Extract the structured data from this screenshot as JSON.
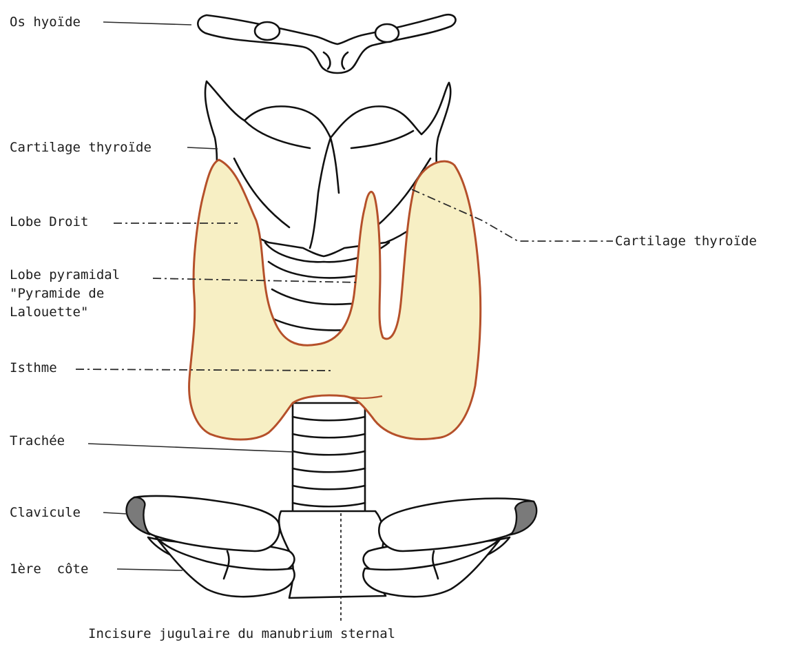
{
  "labels": {
    "os_hyoide": "Os hyoïde",
    "cartilage_thyroide_left": "Cartilage thyroïde",
    "lobe_droit": "Lobe Droit",
    "lobe_pyramidal_line1": "Lobe pyramidal",
    "lobe_pyramidal_line2": "\"Pyramide de",
    "lobe_pyramidal_line3": "Lalouette\"",
    "isthme": "Isthme",
    "trachee": "Trachée",
    "clavicule": "Clavicule",
    "premiere_cote": "1ère  côte",
    "cartilage_thyroide_right": "Cartilage thyroïde",
    "incisure": "Incisure jugulaire du manubrium sternal"
  },
  "colors": {
    "gland_fill": "#f7efc4",
    "gland_outline": "#b5502a",
    "ink": "#111111",
    "clavicle_section": "#7a7a7a"
  }
}
